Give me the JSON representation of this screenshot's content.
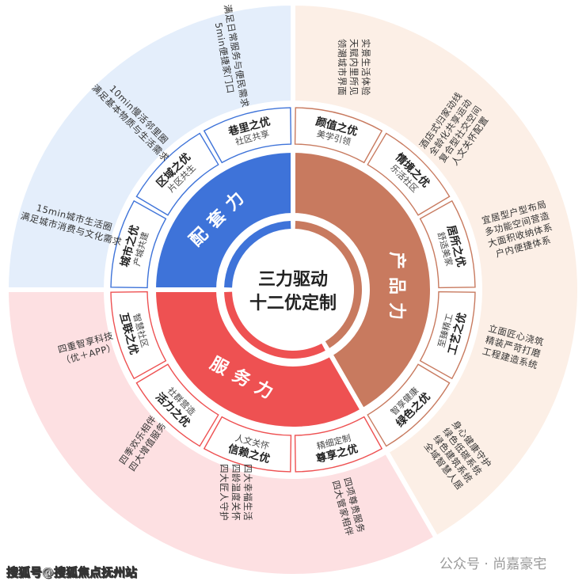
{
  "center": {
    "line1": "三力驱动",
    "line2": "十二优定制"
  },
  "colors": {
    "blue": "#3e73d9",
    "blue_light": "#e4eefb",
    "orange": "#c87a5f",
    "orange_light": "#fcefe6",
    "red": "#ee5152",
    "red_light": "#fde0e2"
  },
  "pillars": [
    {
      "name": "配套力",
      "color_key": "blue",
      "cards": [
        {
          "title": "城市之优",
          "sub": "产城共建"
        },
        {
          "title": "区域之优",
          "sub": "片区共生"
        },
        {
          "title": "巷里之优",
          "sub": "社区共享"
        }
      ],
      "details": [
        [
          "15min城市生活圈",
          "满足城市消费与文化需求"
        ],
        [
          "10min慢活邻里圈",
          "满足基本物质与生活需求"
        ],
        [
          "满足日常服务与便民需求",
          "5min便捷家门口"
        ]
      ]
    },
    {
      "name": "产品力",
      "color_key": "orange",
      "cards": [
        {
          "title": "颜值之优",
          "sub": "美学引领"
        },
        {
          "title": "情境之优",
          "sub": "乐活社区"
        },
        {
          "title": "居所之优",
          "sub": "舒适美家"
        },
        {
          "title": "工艺之优",
          "sub": "至臻精工"
        },
        {
          "title": "绿色之优",
          "sub": "智享健康"
        }
      ],
      "details": [
        [
          "实景生活体验",
          "天赋内里所见",
          "领潮城市界面"
        ],
        [
          "酒店式归家动线",
          "全龄化共享运动",
          "复合型社交空间",
          "人文关怀配置"
        ],
        [
          "宜居型户型布局",
          "多功能空间营造",
          "大面积收纳体系",
          "户内便捷体系"
        ],
        [
          "立面匠心浇筑",
          "精装严苛打磨",
          "工程建造系统"
        ],
        [
          "身心健康守护",
          "绿色低碳系统",
          "绿色建筑系统",
          "全域智慧人居"
        ]
      ]
    },
    {
      "name": "服务力",
      "color_key": "red",
      "cards": [
        {
          "title": "尊享之优",
          "sub": "精细定制"
        },
        {
          "title": "信赖之优",
          "sub": "人文关怀"
        },
        {
          "title": "活力之优",
          "sub": "社群营造"
        },
        {
          "title": "互联之优",
          "sub": "智慧社区"
        }
      ],
      "details": [
        [
          "四项尊贵服务",
          "四大管家相伴"
        ],
        [
          "四大幸福生活",
          "四龄温度关怀",
          "四大匠人守护"
        ],
        [
          "四季欢乐相伴",
          "四大增值服务"
        ],
        [
          "四重智享科技",
          "（优＋APP）"
        ]
      ]
    }
  ],
  "watermarks": {
    "left": "搜狐号@搜狐焦点抚州站",
    "right": "公众号 · 尚嘉豪宅"
  }
}
